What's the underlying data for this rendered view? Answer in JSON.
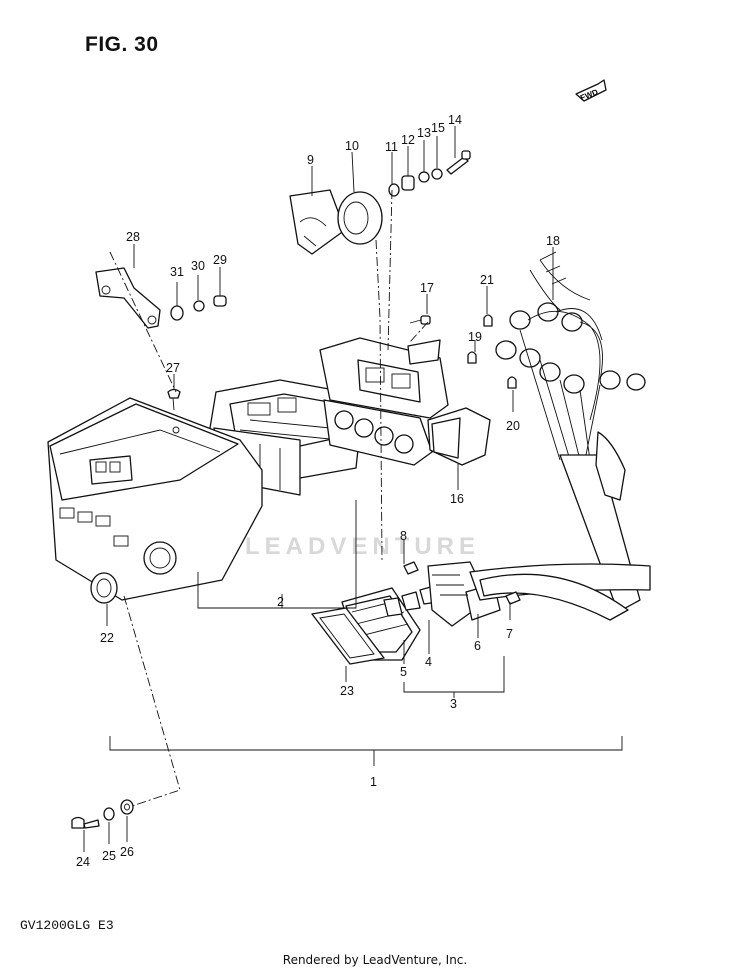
{
  "figure": {
    "title": "FIG. 30",
    "model_code": "GV1200GLG  E3",
    "footer": "Rendered by LeadVenture, Inc.",
    "watermark": "LEADVENTURE",
    "forward_marker": "FWD"
  },
  "callouts": [
    {
      "key": "c1",
      "label": "1"
    },
    {
      "key": "c2",
      "label": "2"
    },
    {
      "key": "c3",
      "label": "3"
    },
    {
      "key": "c4",
      "label": "4"
    },
    {
      "key": "c5",
      "label": "5"
    },
    {
      "key": "c6",
      "label": "6"
    },
    {
      "key": "c7",
      "label": "7"
    },
    {
      "key": "c8",
      "label": "8"
    },
    {
      "key": "c9",
      "label": "9"
    },
    {
      "key": "c10",
      "label": "10"
    },
    {
      "key": "c11",
      "label": "11"
    },
    {
      "key": "c12",
      "label": "12"
    },
    {
      "key": "c13",
      "label": "13"
    },
    {
      "key": "c14",
      "label": "14"
    },
    {
      "key": "c15",
      "label": "15"
    },
    {
      "key": "c16",
      "label": "16"
    },
    {
      "key": "c17",
      "label": "17"
    },
    {
      "key": "c18",
      "label": "18"
    },
    {
      "key": "c19",
      "label": "19"
    },
    {
      "key": "c20",
      "label": "20"
    },
    {
      "key": "c21",
      "label": "21"
    },
    {
      "key": "c22",
      "label": "22"
    },
    {
      "key": "c23",
      "label": "23"
    },
    {
      "key": "c24",
      "label": "24"
    },
    {
      "key": "c25",
      "label": "25"
    },
    {
      "key": "c26",
      "label": "26"
    },
    {
      "key": "c27",
      "label": "27"
    },
    {
      "key": "c28",
      "label": "28"
    },
    {
      "key": "c29",
      "label": "29"
    },
    {
      "key": "c30",
      "label": "30"
    },
    {
      "key": "c31",
      "label": "31"
    }
  ]
}
